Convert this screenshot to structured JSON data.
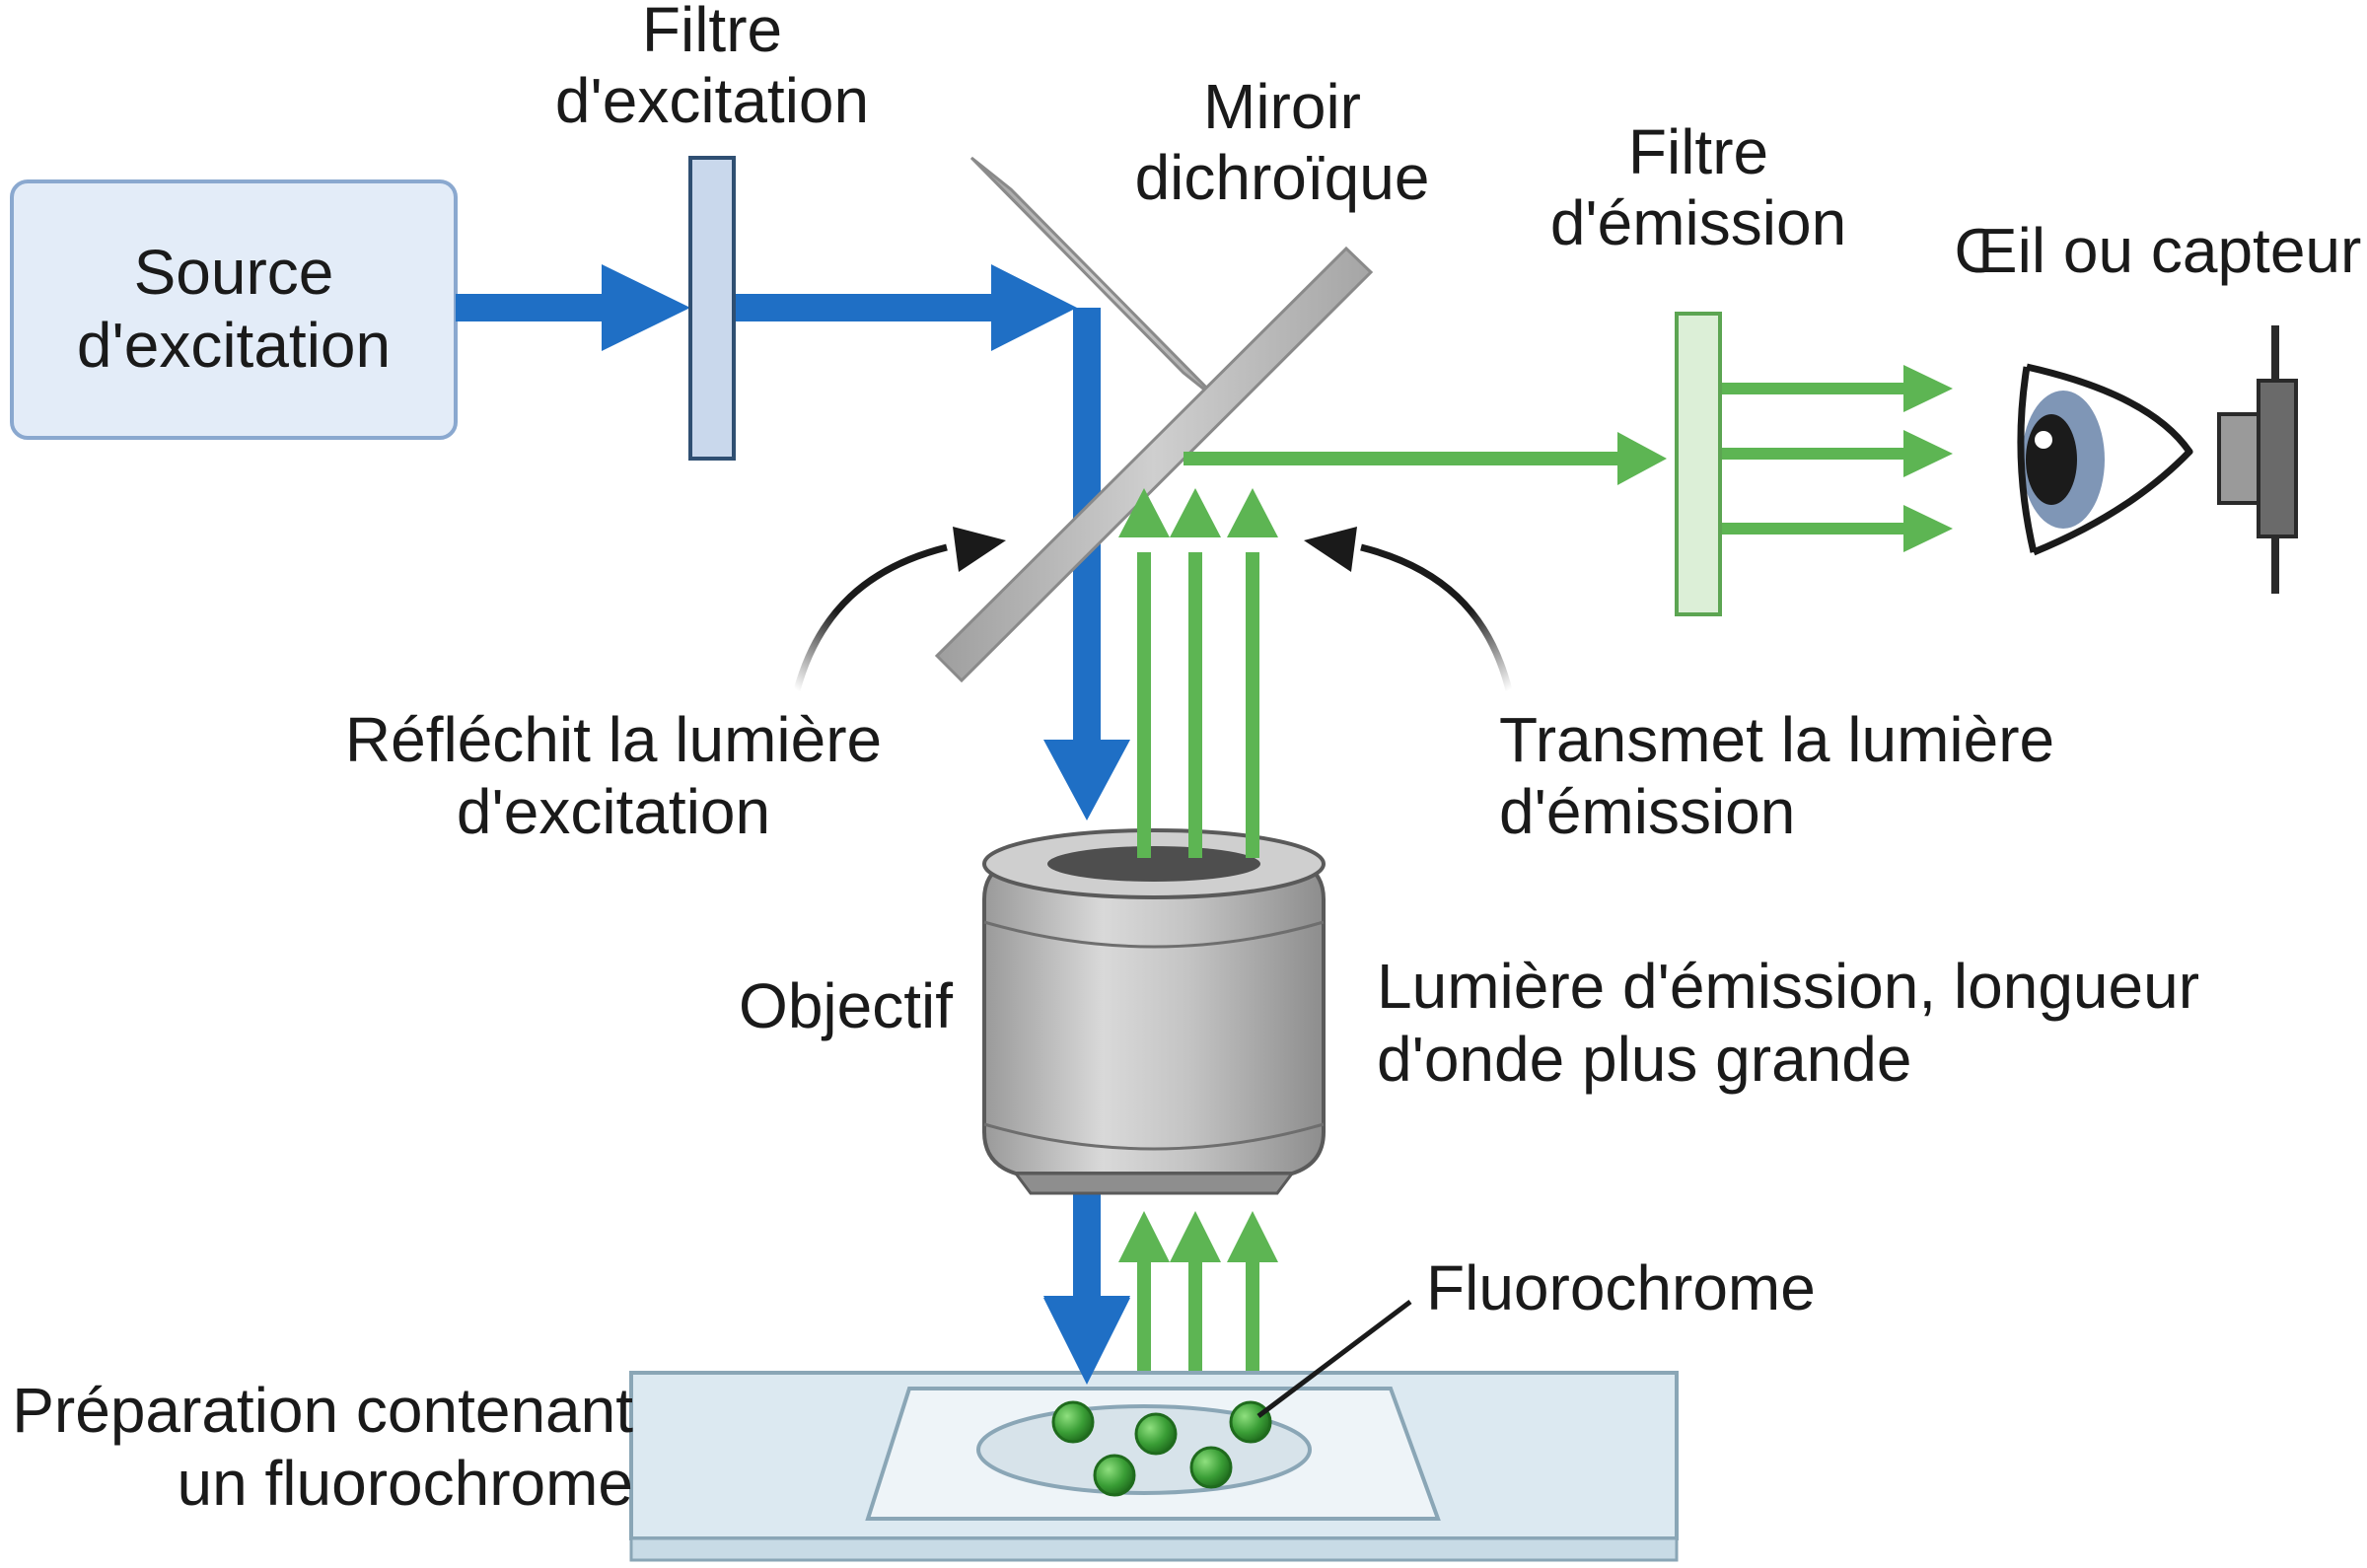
{
  "labels": {
    "source": [
      "Source",
      "d'excitation"
    ],
    "excitation_filter": [
      "Filtre",
      "d'excitation"
    ],
    "dichroic_mirror": [
      "Miroir",
      "dichroïque"
    ],
    "emission_filter": [
      "Filtre",
      "d'émission"
    ],
    "eye_or_sensor": "Œil ou capteur",
    "reflects": [
      "Réfléchit la lumière",
      "d'excitation"
    ],
    "transmits": [
      "Transmet la lumière",
      "d'émission"
    ],
    "objective": "Objectif",
    "emission_light": [
      "Lumière d'émission, longueur",
      "d'onde plus grande"
    ],
    "fluorochrome": "Fluorochrome",
    "preparation": [
      "Préparation contenant",
      "un fluorochrome"
    ]
  },
  "colors": {
    "excitation_blue": "#1f6fc5",
    "emission_green": "#5db553",
    "source_box_fill": "#e3ecf8",
    "source_box_stroke": "#8aa8cf",
    "excitation_filter_fill": "#c9d8ec",
    "excitation_filter_stroke": "#2f4f72",
    "emission_filter_fill": "#dcefd7",
    "emission_filter_stroke": "#5ca552",
    "mirror_gray": "#b9b9b9",
    "fluorochrome_green": "#3a9e36",
    "slide_fill": "#dce9f1"
  },
  "icons": [
    "eye-icon",
    "camera-sensor-icon",
    "objective-lens-icon",
    "microscope-slide-icon"
  ]
}
